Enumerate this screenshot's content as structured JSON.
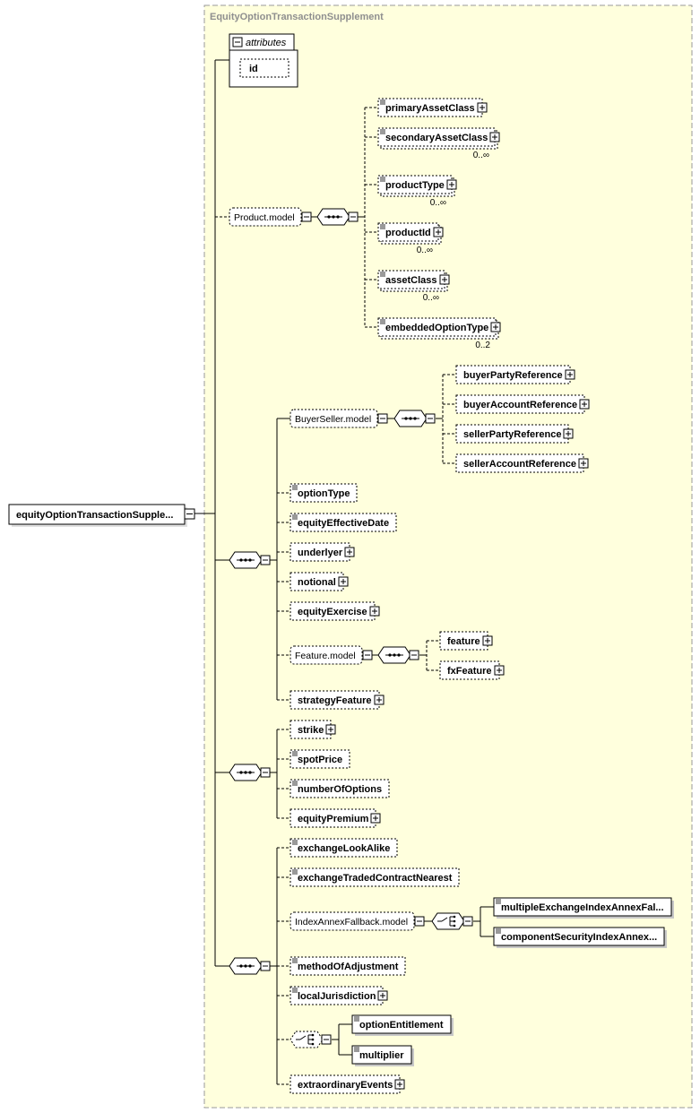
{
  "diagram": {
    "group_title": "EquityOptionTransactionSupplement",
    "root": {
      "label": "equityOptionTransactionSupple..."
    },
    "attributes": {
      "header": "attributes",
      "items": [
        "id"
      ]
    },
    "product_model": {
      "label": "Product.model",
      "children": [
        {
          "label": "primaryAssetClass",
          "occurs": ""
        },
        {
          "label": "secondaryAssetClass",
          "occurs": "0..∞"
        },
        {
          "label": "productType",
          "occurs": "0..∞"
        },
        {
          "label": "productId",
          "occurs": "0..∞"
        },
        {
          "label": "assetClass",
          "occurs": "0..∞"
        },
        {
          "label": "embeddedOptionType",
          "occurs": "0..2"
        }
      ]
    },
    "seq1": {
      "buyer_seller_model": {
        "label": "BuyerSeller.model",
        "children": [
          "buyerPartyReference",
          "buyerAccountReference",
          "sellerPartyReference",
          "sellerAccountReference"
        ]
      },
      "elements_a": [
        "optionType",
        "equityEffectiveDate",
        "underlyer",
        "notional",
        "equityExercise"
      ],
      "feature_model": {
        "label": "Feature.model",
        "children": [
          "feature",
          "fxFeature"
        ]
      },
      "elements_b": [
        "strategyFeature"
      ]
    },
    "seq2": {
      "elements": [
        "strike",
        "spotPrice",
        "numberOfOptions",
        "equityPremium"
      ]
    },
    "seq3": {
      "elements_a": [
        "exchangeLookAlike",
        "exchangeTradedContractNearest"
      ],
      "index_annex_fallback_model": {
        "label": "IndexAnnexFallback.model",
        "children": [
          "multipleExchangeIndexAnnexFal...",
          "componentSecurityIndexAnnex..."
        ]
      },
      "elements_b": [
        "methodOfAdjustment",
        "localJurisdiction"
      ],
      "choice": {
        "children": [
          "optionEntitlement",
          "multiplier"
        ]
      },
      "elements_c": [
        "extraordinaryEvents"
      ]
    }
  }
}
